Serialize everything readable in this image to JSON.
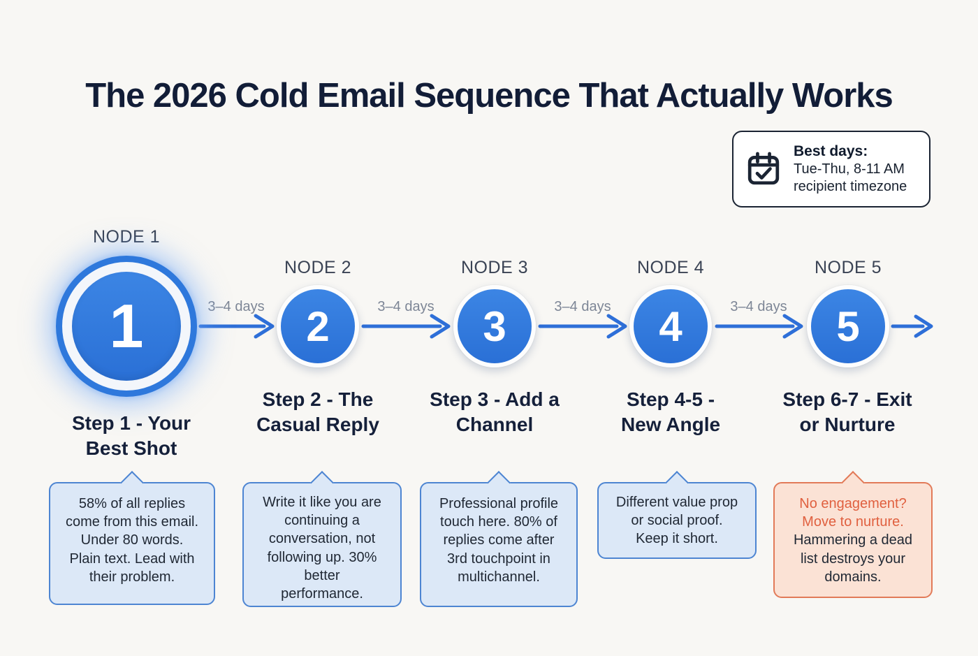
{
  "title": "The 2026 Cold Email Sequence That Actually Works",
  "best_days": {
    "icon": "calendar-check-icon",
    "label": "Best days:",
    "lines": [
      "Tue-Thu, 8-11 AM",
      "recipient timezone"
    ]
  },
  "interval_label": "3–4 days",
  "nodes": [
    {
      "label": "NODE 1",
      "number": "1",
      "step": [
        "Step 1 - Your",
        "Best Shot"
      ]
    },
    {
      "label": "NODE 2",
      "number": "2",
      "step": [
        "Step 2 - The",
        "Casual Reply"
      ]
    },
    {
      "label": "NODE 3",
      "number": "3",
      "step": [
        "Step 3 - Add a",
        "Channel"
      ]
    },
    {
      "label": "NODE 4",
      "number": "4",
      "step": [
        "Step 4-5 -",
        "New Angle"
      ]
    },
    {
      "label": "NODE 5",
      "number": "5",
      "step": [
        "Step 6-7 - Exit",
        "or Nurture"
      ]
    }
  ],
  "tooltips": [
    {
      "lines": [
        "58% of all replies",
        "come from this email.",
        "Under 80 words.",
        "Plain text. Lead with",
        "their problem."
      ]
    },
    {
      "lines": [
        "Write it like you are",
        "continuing a",
        "conversation, not",
        "following up. 30%",
        "better",
        "performance."
      ]
    },
    {
      "lines": [
        "Professional profile",
        "touch here. 80% of",
        "replies come after",
        "3rd touchpoint in",
        "multichannel."
      ]
    },
    {
      "lines": [
        "Different value prop",
        "or social proof.",
        "Keep it short."
      ]
    },
    {
      "highlight": [
        "No engagement?",
        "Move to nurture."
      ],
      "lines": [
        "Hammering a dead",
        "list destroys your",
        "domains."
      ]
    }
  ],
  "colors": {
    "background": "#f8f7f4",
    "node_blue": "#2e78dc",
    "arrow_blue": "#2e6fd8",
    "title_navy": "#121d37",
    "tooltip_blue_bg": "#dce8f7",
    "tooltip_blue_border": "#4d85d2",
    "tooltip_orange_bg": "#fbe2d5",
    "tooltip_orange_border": "#e27a58",
    "tooltip_orange_text": "#e0603f",
    "interval_grey": "#7d8696"
  }
}
